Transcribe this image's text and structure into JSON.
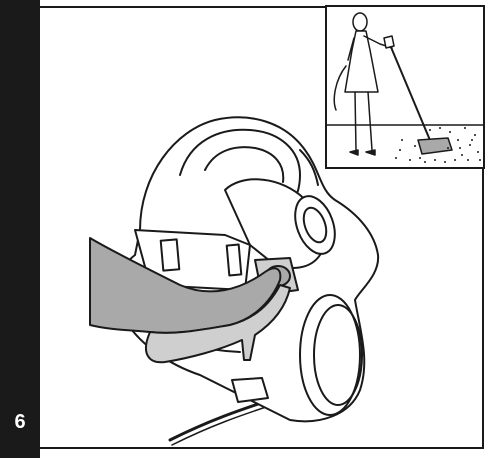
{
  "step": {
    "number": "6"
  },
  "icons": {
    "main": "vacuum-foot-pedal-illustration",
    "inset": "woman-vacuuming-carpet-illustration"
  },
  "colors": {
    "sidebar": "#1a1a1a",
    "line": "#1a1a1a",
    "leg": "#a9a9a9",
    "shade": "#cfcfcf"
  }
}
